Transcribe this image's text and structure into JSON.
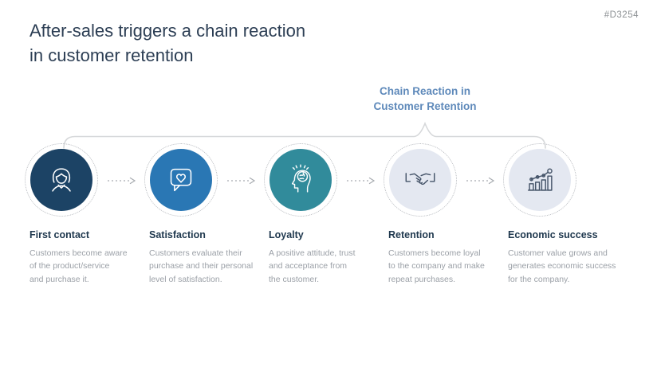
{
  "slide": {
    "code": "#D3254",
    "title": "After-sales triggers a chain reaction\nin customer retention",
    "chain_label": "Chain Reaction in\nCustomer Retention"
  },
  "steps": [
    {
      "title": "First contact",
      "description": "Customers become aware\nof the product/service\nand purchase it.",
      "icon": "person-icon",
      "circle_color": "#1c4365",
      "icon_color": "#ffffff"
    },
    {
      "title": "Satisfaction",
      "description": "Customers evaluate their\npurchase and their personal\nlevel of satisfaction.",
      "icon": "speech-bubble-heart-icon",
      "circle_color": "#2a77b4",
      "icon_color": "#ffffff"
    },
    {
      "title": "Loyalty",
      "description": "A positive attitude, trust\nand acceptance from\nthe customer.",
      "icon": "head-brain-icon",
      "circle_color": "#318b9b",
      "icon_color": "#ffffff"
    },
    {
      "title": "Retention",
      "description": "Customers become loyal\nto the company and make\nrepeat purchases.",
      "icon": "handshake-icon",
      "circle_color": "#e4e8f1",
      "icon_color": "#455469"
    },
    {
      "title": "Economic success",
      "description": "Customer value grows and\ngenerates economic success\nfor the company.",
      "icon": "growth-chart-icon",
      "circle_color": "#e4e8f1",
      "icon_color": "#455469"
    }
  ],
  "colors": {
    "title_text": "#2c3e54",
    "label_blue": "#5e89ba",
    "body_gray": "#9ba0a7",
    "brace_gray": "#d6d8da",
    "ring_dotted": "#b9bcc1",
    "arrow_gray": "#a7abb0",
    "background": "#ffffff"
  }
}
